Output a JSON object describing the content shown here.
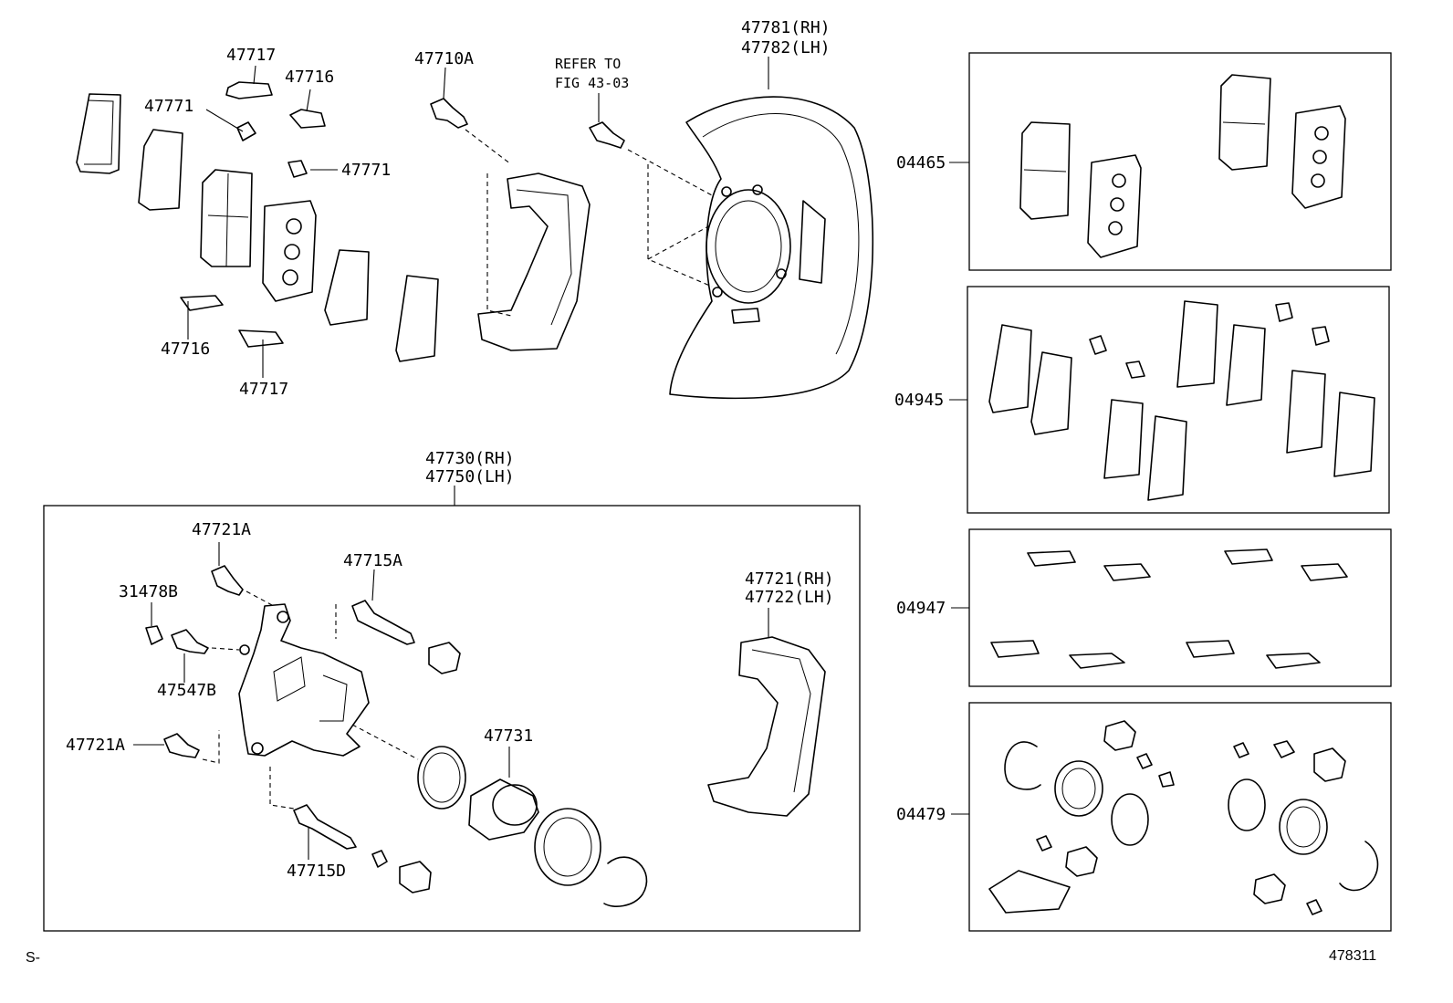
{
  "diagram": {
    "labels": {
      "pad_clip_upper": "47717",
      "anti_squeal_upper": "47716",
      "clip_upper": "47771",
      "clip_mid": "47771",
      "anti_squeal_lower": "47716",
      "pad_clip_lower": "47717",
      "mount_bolt_upper": "47710A",
      "refer_line1": "REFER TO",
      "refer_line2": "FIG 43-03",
      "dust_cover_rh": "47781(RH)",
      "dust_cover_lh": "47782(LH)",
      "caliper_rh": "47730(RH)",
      "caliper_lh": "47750(LH)",
      "bolt_upper": "47721A",
      "pin_upper": "47715A",
      "bleeder_cap": "31478B",
      "bleeder_plug": "47547B",
      "bolt_lower": "47721A",
      "piston": "47731",
      "pin_lower": "47715D",
      "mount_rh": "47721(RH)",
      "mount_lh": "47722(LH)",
      "kit_pads": "04465",
      "kit_shims": "04945",
      "kit_fitting": "04947",
      "kit_cylinder": "04479"
    },
    "footer": {
      "left_code": "S-",
      "figure_number": "478311"
    }
  }
}
